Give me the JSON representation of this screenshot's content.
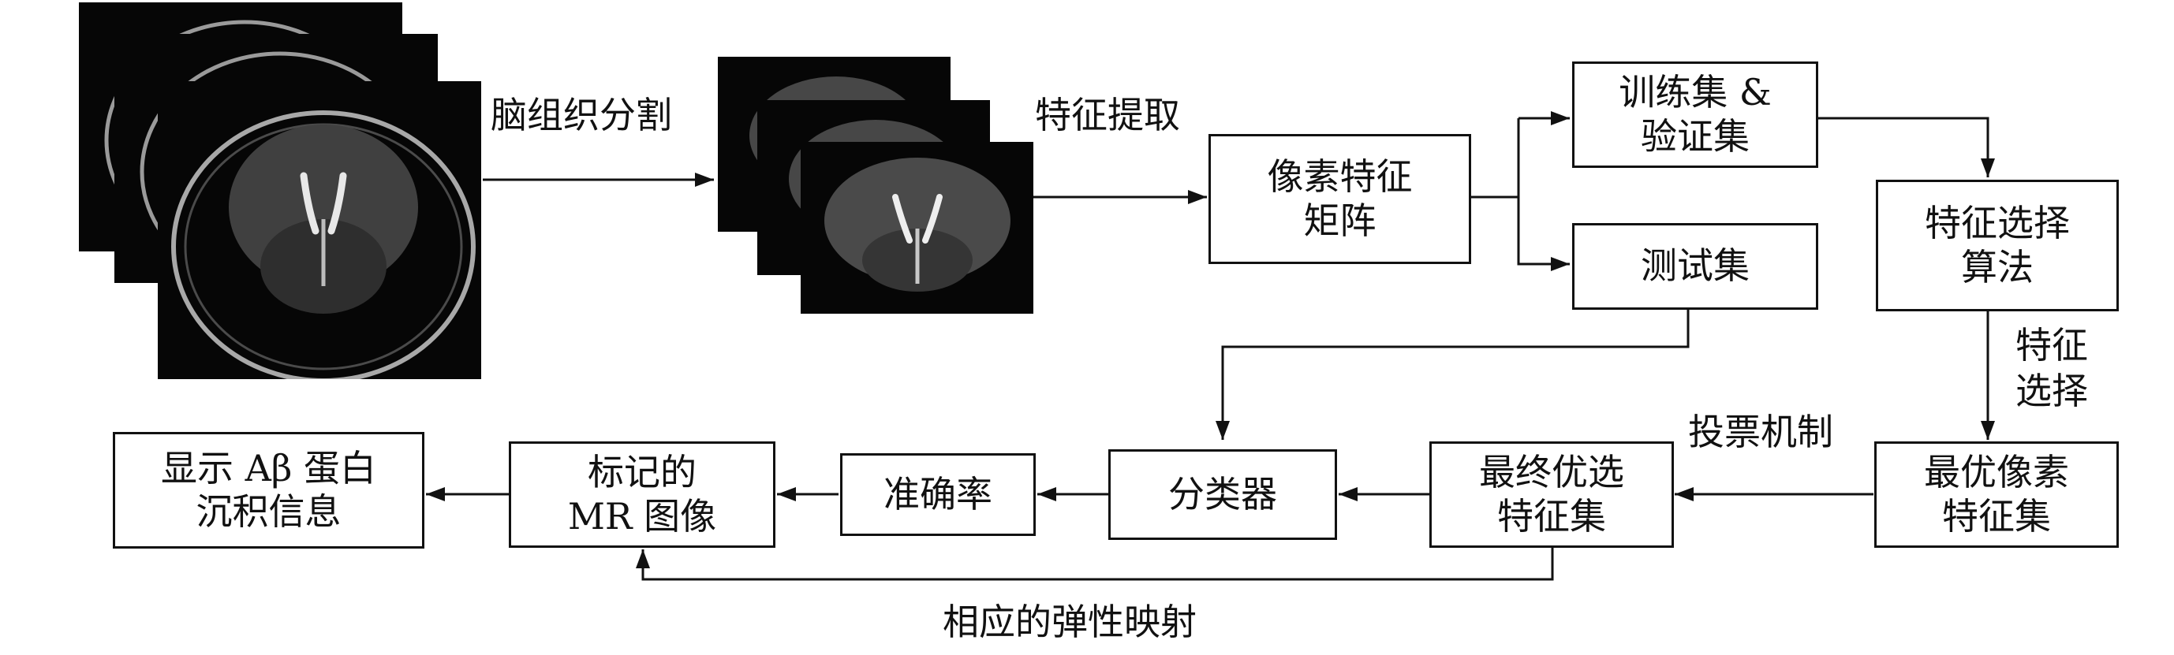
{
  "boxes": {
    "pixel_matrix": [
      "像素特征",
      "矩阵"
    ],
    "train_val": [
      "训练集 &",
      "验证集"
    ],
    "test_set": [
      "测试集"
    ],
    "fs_algorithm": [
      "特征选择",
      "算法"
    ],
    "best_pixel_features": [
      "最优像素",
      "特征集"
    ],
    "final_features": [
      "最终优选",
      "特征集"
    ],
    "classifier": [
      "分类器"
    ],
    "accuracy": [
      "准确率"
    ],
    "labeled_mr": [
      "标记的",
      "MR 图像"
    ],
    "display_abeta": [
      "显示 Aβ 蛋白",
      "沉积信息"
    ]
  },
  "edge_labels": {
    "brain_segmentation": "脑组织分割",
    "feature_extraction": "特征提取",
    "feature_selection": [
      "特征",
      "选择"
    ],
    "voting": "投票机制",
    "elastic_mapping": "相应的弹性映射"
  },
  "colors": {
    "line": "#111111",
    "box_border": "#111111",
    "mri_background": "#060606"
  }
}
